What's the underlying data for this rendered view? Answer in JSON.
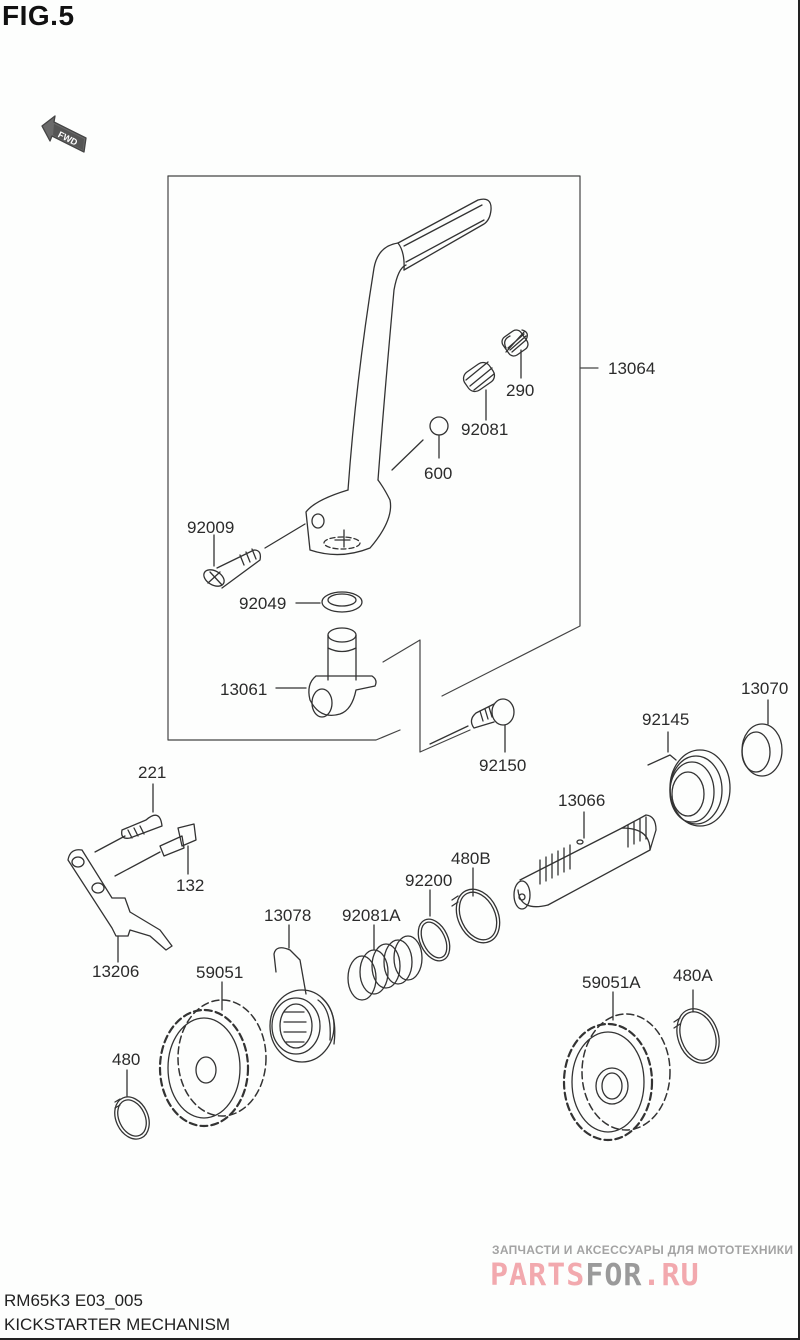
{
  "figure": {
    "title": "FIG.5",
    "direction_badge": "FWD",
    "model_code": "RM65K3 E03_005",
    "caption": "KICKSTARTER MECHANISM"
  },
  "parts": {
    "p13064": "13064",
    "p290": "290",
    "p92081": "92081",
    "p600": "600",
    "p92009": "92009",
    "p92049": "92049",
    "p13061": "13061",
    "p92150": "92150",
    "p13070": "13070",
    "p92145": "92145",
    "p13066": "13066",
    "p221": "221",
    "p132": "132",
    "p13206": "13206",
    "p480B": "480B",
    "p92200": "92200",
    "p13078": "13078",
    "p92081A": "92081A",
    "p59051": "59051",
    "p59051A": "59051A",
    "p480A": "480A",
    "p480": "480"
  },
  "watermark": {
    "tagline": "ЗАПЧАСТИ И АКСЕССУАРЫ ДЛЯ МОТОТЕХНИКИ",
    "brand_part1": "PARTS",
    "brand_part2": "FOR",
    "brand_part3": ".RU",
    "colors": {
      "pink": "#f2a9ae",
      "gray": "#9a9a9a"
    }
  }
}
